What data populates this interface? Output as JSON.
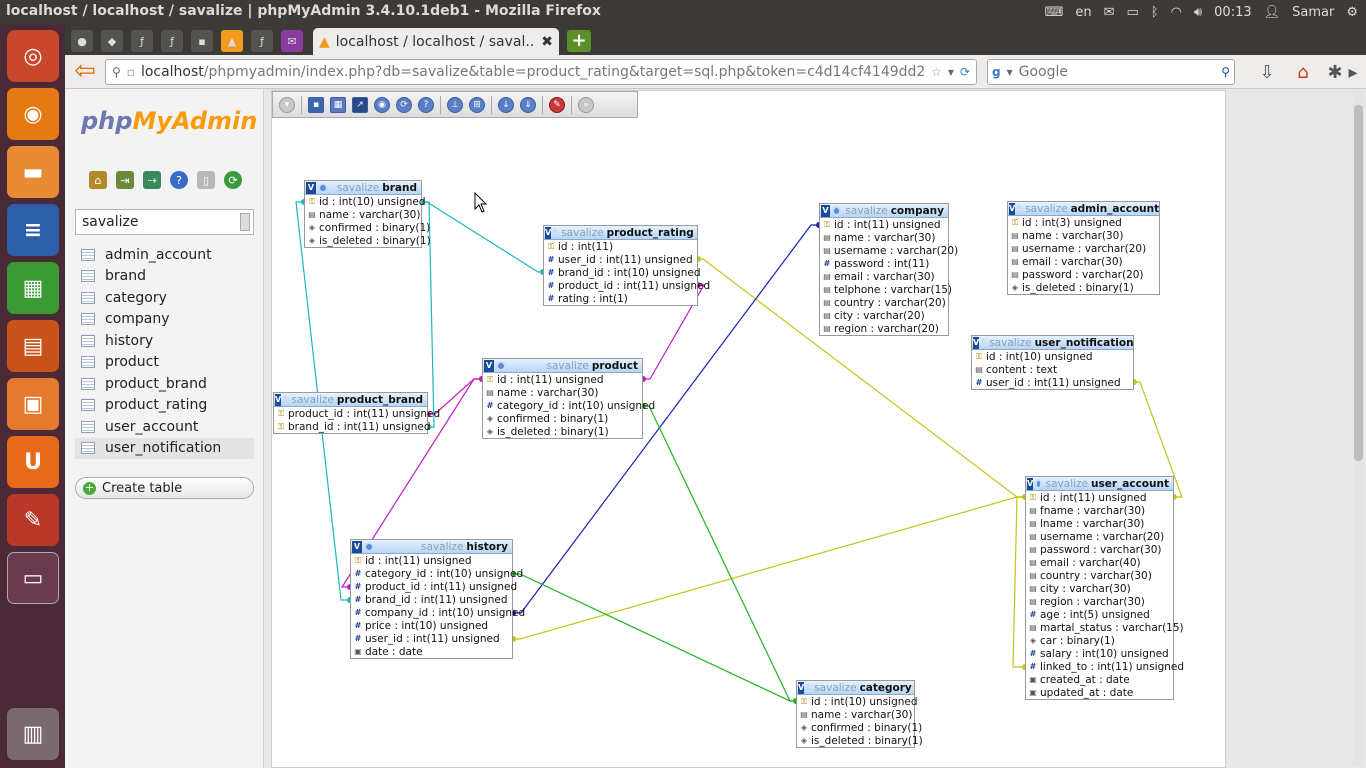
{
  "window": {
    "title": "localhost / localhost / savalize | phpMyAdmin 3.4.10.1deb1 - Mozilla Firefox"
  },
  "panel": {
    "keyboard": "en",
    "time": "00:13",
    "user": "Samar"
  },
  "browser": {
    "active_tab": "localhost / localhost / saval...",
    "url_host": "localhost",
    "url_path": "/phpmyadmin/index.php?db=savalize&table=product_rating&target=sql.php&token=c4d14cf4149dd2",
    "search_engine": "Google",
    "search_placeholder": "Google"
  },
  "pma": {
    "logo_php": "php",
    "logo_myadmin": "MyAdmin",
    "database": "savalize",
    "tables": [
      "admin_account",
      "brand",
      "category",
      "company",
      "history",
      "product",
      "product_brand",
      "product_rating",
      "user_account",
      "user_notification"
    ],
    "active_table": "user_notification",
    "create_table": "Create table"
  },
  "designer": {
    "db": "savalize",
    "tables": [
      {
        "id": "brand",
        "name": "brand",
        "columns": [
          {
            "icon": "key",
            "text": "id : int(10) unsigned"
          },
          {
            "icon": "txt",
            "text": "name : varchar(30)"
          },
          {
            "icon": "bin",
            "text": "confirmed : binary(1)"
          },
          {
            "icon": "bin",
            "text": "is_deleted : binary(1)"
          }
        ]
      },
      {
        "id": "product_rating",
        "name": "product_rating",
        "columns": [
          {
            "icon": "key",
            "text": "id : int(11)"
          },
          {
            "icon": "num",
            "text": "user_id : int(11) unsigned"
          },
          {
            "icon": "num",
            "text": "brand_id : int(10) unsigned"
          },
          {
            "icon": "num",
            "text": "product_id : int(11) unsigned"
          },
          {
            "icon": "num",
            "text": "rating : int(1)"
          }
        ]
      },
      {
        "id": "company",
        "name": "company",
        "columns": [
          {
            "icon": "key",
            "text": "id : int(11) unsigned"
          },
          {
            "icon": "txt",
            "text": "name : varchar(30)"
          },
          {
            "icon": "txt",
            "text": "username : varchar(20)"
          },
          {
            "icon": "num",
            "text": "password : int(11)"
          },
          {
            "icon": "txt",
            "text": "email : varchar(30)"
          },
          {
            "icon": "txt",
            "text": "telphone : varchar(15)"
          },
          {
            "icon": "txt",
            "text": "country : varchar(20)"
          },
          {
            "icon": "txt",
            "text": "city : varchar(20)"
          },
          {
            "icon": "txt",
            "text": "region : varchar(20)"
          }
        ]
      },
      {
        "id": "admin_account",
        "name": "admin_account",
        "columns": [
          {
            "icon": "key",
            "text": "id : int(3) unsigned"
          },
          {
            "icon": "txt",
            "text": "name : varchar(30)"
          },
          {
            "icon": "txt",
            "text": "username : varchar(20)"
          },
          {
            "icon": "txt",
            "text": "email : varchar(30)"
          },
          {
            "icon": "txt",
            "text": "password : varchar(20)"
          },
          {
            "icon": "bin",
            "text": "is_deleted : binary(1)"
          }
        ]
      },
      {
        "id": "user_notification",
        "name": "user_notification",
        "columns": [
          {
            "icon": "key",
            "text": "id : int(10) unsigned"
          },
          {
            "icon": "txt",
            "text": "content : text"
          },
          {
            "icon": "num",
            "text": "user_id : int(11) unsigned"
          }
        ]
      },
      {
        "id": "product",
        "name": "product",
        "columns": [
          {
            "icon": "key",
            "text": "id : int(11) unsigned"
          },
          {
            "icon": "txt",
            "text": "name : varchar(30)"
          },
          {
            "icon": "num",
            "text": "category_id : int(10) unsigned"
          },
          {
            "icon": "bin",
            "text": "confirmed : binary(1)"
          },
          {
            "icon": "bin",
            "text": "is_deleted : binary(1)"
          }
        ]
      },
      {
        "id": "product_brand",
        "name": "product_brand",
        "columns": [
          {
            "icon": "key",
            "text": "product_id : int(11) unsigned"
          },
          {
            "icon": "key",
            "text": "brand_id : int(11) unsigned"
          }
        ]
      },
      {
        "id": "history",
        "name": "history",
        "columns": [
          {
            "icon": "key",
            "text": "id : int(11) unsigned"
          },
          {
            "icon": "num",
            "text": "category_id : int(10) unsigned"
          },
          {
            "icon": "num",
            "text": "product_id : int(11) unsigned"
          },
          {
            "icon": "num",
            "text": "brand_id : int(11) unsigned"
          },
          {
            "icon": "num",
            "text": "company_id : int(10) unsigned"
          },
          {
            "icon": "num",
            "text": "price : int(10) unsigned"
          },
          {
            "icon": "num",
            "text": "user_id : int(11) unsigned"
          },
          {
            "icon": "date",
            "text": "date : date"
          }
        ]
      },
      {
        "id": "user_account",
        "name": "user_account",
        "columns": [
          {
            "icon": "key",
            "text": "id : int(11) unsigned"
          },
          {
            "icon": "txt",
            "text": "fname : varchar(30)"
          },
          {
            "icon": "txt",
            "text": "lname : varchar(30)"
          },
          {
            "icon": "txt",
            "text": "username : varchar(20)"
          },
          {
            "icon": "txt",
            "text": "password : varchar(30)"
          },
          {
            "icon": "txt",
            "text": "email : varchar(40)"
          },
          {
            "icon": "txt",
            "text": "country : varchar(30)"
          },
          {
            "icon": "txt",
            "text": "city : varchar(30)"
          },
          {
            "icon": "txt",
            "text": "region : varchar(30)"
          },
          {
            "icon": "num",
            "text": "age : int(5) unsigned"
          },
          {
            "icon": "txt",
            "text": "martal_status : varchar(15)"
          },
          {
            "icon": "bin",
            "text": "car : binary(1)"
          },
          {
            "icon": "num",
            "text": "salary : int(10) unsigned"
          },
          {
            "icon": "num",
            "text": "linked_to : int(11) unsigned"
          },
          {
            "icon": "date",
            "text": "created_at : date"
          },
          {
            "icon": "date",
            "text": "updated_at : date"
          }
        ]
      },
      {
        "id": "category",
        "name": "category",
        "columns": [
          {
            "icon": "key",
            "text": "id : int(10) unsigned"
          },
          {
            "icon": "txt",
            "text": "name : varchar(30)"
          },
          {
            "icon": "bin",
            "text": "confirmed : binary(1)"
          },
          {
            "icon": "bin",
            "text": "is_deleted : binary(1)"
          }
        ]
      }
    ],
    "relation_colors": {
      "cyan": "#1ab8c0",
      "yellow": "#c8c21a",
      "blue": "#1822b0",
      "green": "#21b421",
      "magenta": "#c21ac8"
    }
  }
}
